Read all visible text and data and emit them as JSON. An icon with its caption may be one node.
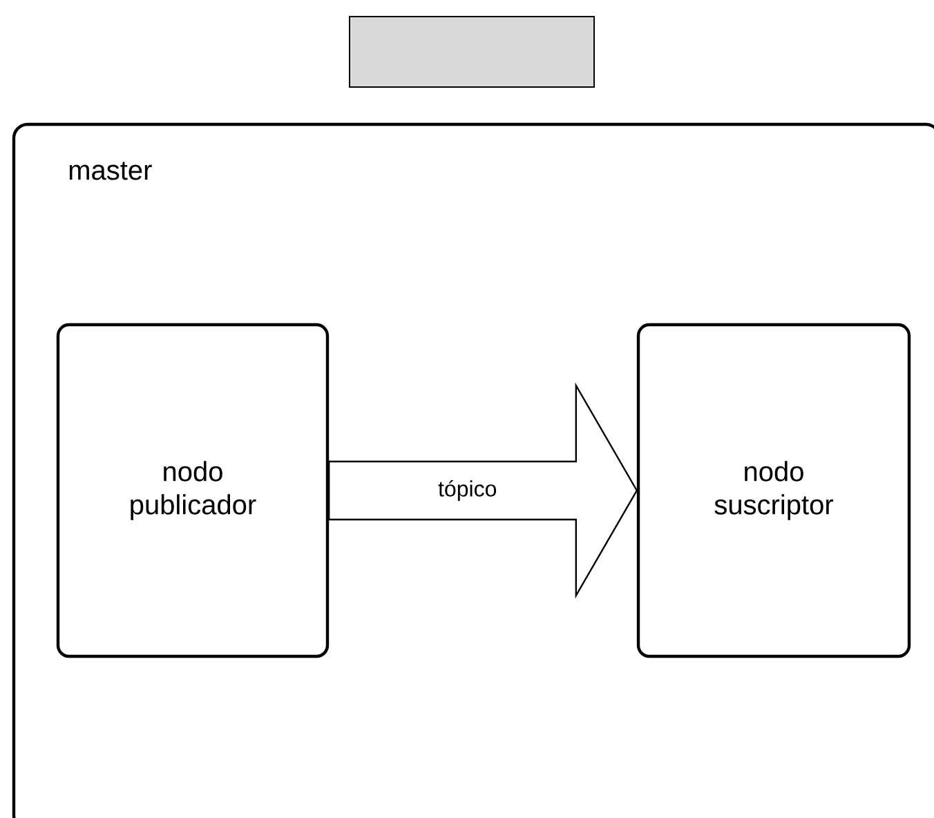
{
  "diagram": {
    "nodes": [
      {
        "text": [],
        "shape": "box"
      },
      {
        "text": [
          "master"
        ]
      },
      {
        "text": [
          "nodo publicador"
        ],
        "in": 1
      },
      {
        "text": [
          "nodo suscriptor"
        ],
        "in": 1
      }
    ],
    "edges": [
      {
        "from": 2,
        "to": 3,
        "arrow": "to",
        "label": "tópico",
        "style": "thick"
      }
    ]
  }
}
